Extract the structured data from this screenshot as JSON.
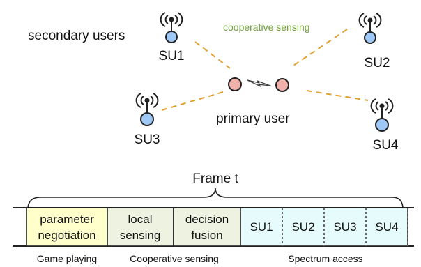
{
  "labels": {
    "secondary_users": "secondary users",
    "cooperative_sensing": "cooperative sensing",
    "primary_user": "primary user",
    "frame": "Frame t"
  },
  "secondary_users": [
    {
      "label": "SU1"
    },
    {
      "label": "SU2"
    },
    {
      "label": "SU3"
    },
    {
      "label": "SU4"
    }
  ],
  "frame_blocks": {
    "game": {
      "line1": "parameter",
      "line2": "negotiation",
      "color": "#ffffcc"
    },
    "local": {
      "line1": "local",
      "line2": "sensing",
      "color": "#eef2e0"
    },
    "fusion": {
      "line1": "decision",
      "line2": "fusion",
      "color": "#eef2e0"
    },
    "access_slots": [
      "SU1",
      "SU2",
      "SU3",
      "SU4"
    ],
    "access_color": "#e6fbfb"
  },
  "phases": {
    "game": "Game playing",
    "cooperative": "Cooperative sensing",
    "spectrum": "Spectrum access"
  },
  "colors": {
    "su_node": "#9ec8f5",
    "pu_node": "#efb1aa",
    "dashed_link": "#e0a030",
    "cooperative_text": "#6e9e3a"
  }
}
